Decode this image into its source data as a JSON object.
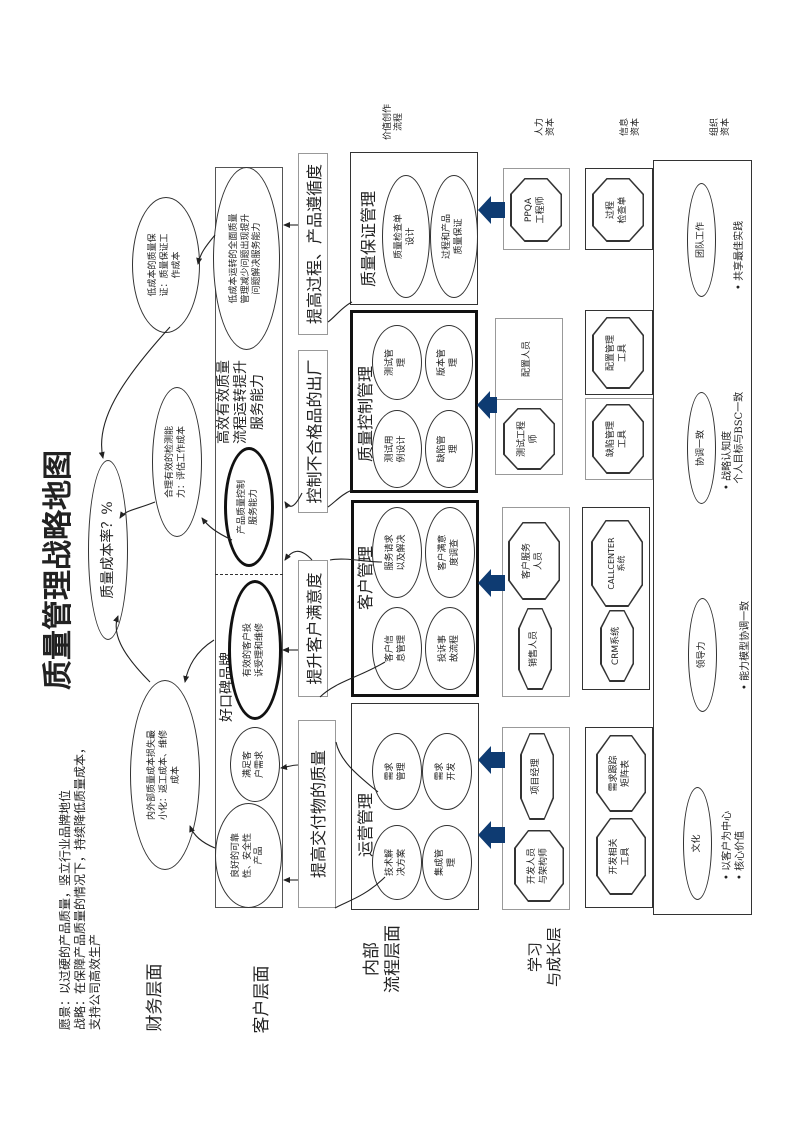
{
  "title": "质量管理战略地图",
  "vision": {
    "line1": "愿景：以过硬的产品质量，竖立行业品牌地位",
    "line2": "战略：在保障产品质量的情况下，持续降低质量成本，",
    "line3": "支持公司高效生产"
  },
  "layers": {
    "financial": "财务层面",
    "customer": "客户层面",
    "internal": "内部\n流程层面",
    "learning": "学习\n与成长层"
  },
  "columns": {
    "value_process": "价值创作\n流程",
    "human": "人力\n资本",
    "information": "信息\n资本",
    "organization": "组织\n资本"
  },
  "financial": {
    "cost_rate": "质量成本率？%",
    "qa_cost": "低成本的质量保\n证：质量保证工\n作成本",
    "detect_cost": "合理有效的检测能\n力：评估工作成本",
    "loss_cost": "内外部质量成本损失最\n小化：返工成本、维修\n成本"
  },
  "customer": {
    "brand_label": "好口碑品牌",
    "efficiency_label": "高效有效质量\n流程运转提升\n服务能力",
    "reliable_product": "良好的可靠\n性、安全性\n产品",
    "meet_needs": "满足客\n户需求",
    "complaint_handling": "有效的客户投\n诉受理和维修",
    "qc_service": "产品质量控制\n服务能力",
    "tqm": "低成本运转的全面质量\n管理减少问题出现提升\n问题解决服务能力"
  },
  "objectives": {
    "delivery_quality": "提高交付物的质量",
    "satisfaction": "提升客户满意度",
    "defect_control": "控制不合格品的出厂",
    "compliance": "提高过程、产品遵循度"
  },
  "processes": {
    "operations": {
      "title": "运营管理",
      "items": [
        "技术解\n决方案",
        "集成管\n理",
        "需求\n管理",
        "需求\n开发"
      ]
    },
    "customer_mgmt": {
      "title": "客户管理",
      "items": [
        "客户信\n息管理",
        "投诉事\n故流程",
        "服务请求\n以及解决",
        "客户满意\n度调查"
      ]
    },
    "quality_control": {
      "title": "质量控制管理",
      "items": [
        "测试用\n例设计",
        "缺陷管\n理",
        "测试管\n理",
        "版本管\n理"
      ]
    },
    "quality_assurance": {
      "title": "质量保证管理",
      "items": [
        "质量检查单\n设计",
        "过程和产品\n质量保证"
      ]
    }
  },
  "human_capital": {
    "ppqa": "PPQA\n工程师",
    "config_staff": "配置人员",
    "test_engineer": "测试工程\n师",
    "cs_staff": "客户服务\n人员",
    "sales_staff": "销售人员",
    "pm": "项目经理",
    "developers": "开发人员\n与架构师"
  },
  "information_capital": {
    "process_checklist": "过程\n检查单",
    "config_tool": "配置管理\n工具",
    "defect_tool": "缺陷管理\n工具",
    "crm": "CRM系统",
    "callcenter": "CALLCENTER\n系统",
    "dev_tools": "开发相关\n工具",
    "req_matrix": "需求跟踪\n矩阵表"
  },
  "organization_capital": {
    "teamwork": "团队工作",
    "teamwork_bullet": "共享最佳实践",
    "alignment": "协调一致",
    "alignment_bullet1": "战略认知度",
    "alignment_bullet2": "个人目标与BSC一致",
    "leadership": "领导力",
    "leadership_bullet": "能力模型协调一致",
    "culture": "文化",
    "culture_bullet1": "以客户为中心",
    "culture_bullet2": "核心价值"
  },
  "colors": {
    "arrow_blue": "#0e3b72",
    "line": "#333333"
  }
}
